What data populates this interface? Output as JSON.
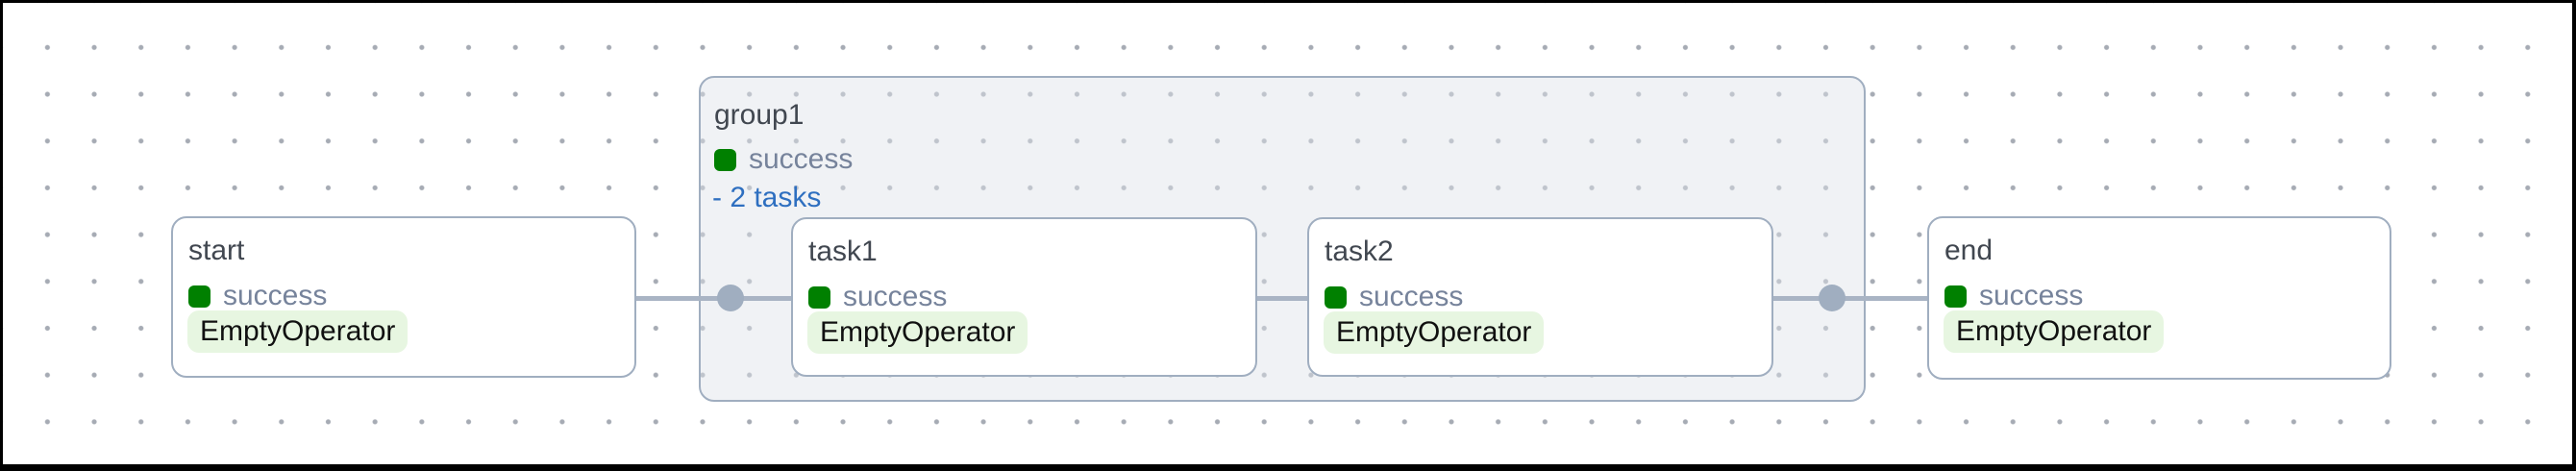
{
  "graph": {
    "nodes": [
      {
        "id": "start",
        "label": "start",
        "status": "success",
        "operator": "EmptyOperator"
      },
      {
        "id": "task1",
        "label": "task1",
        "status": "success",
        "operator": "EmptyOperator"
      },
      {
        "id": "task2",
        "label": "task2",
        "status": "success",
        "operator": "EmptyOperator"
      },
      {
        "id": "end",
        "label": "end",
        "status": "success",
        "operator": "EmptyOperator"
      }
    ],
    "group": {
      "id": "group1",
      "label": "group1",
      "status": "success",
      "toggle_label": "- 2 tasks",
      "task_count": 2
    },
    "edges": [
      {
        "from": "start",
        "to": "group1.task1"
      },
      {
        "from": "group1.task1",
        "to": "group1.task2"
      },
      {
        "from": "group1.task2",
        "to": "end"
      }
    ]
  },
  "colors": {
    "frame": "#000000",
    "canvas-bg": "#ffffff",
    "grid-dot": "#a6abb4",
    "node-border": "#a0aec0",
    "group-fill": "rgba(222,226,232,0.45)",
    "edge": "#a9b4c4",
    "port": "#a0aec0",
    "title-text": "#414750",
    "status-text": "#76839b",
    "toggle-link": "#2e6fc0",
    "success-green": "#008000",
    "operator-pill-bg": "#e7f6e1",
    "operator-pill-text": "#111111"
  }
}
